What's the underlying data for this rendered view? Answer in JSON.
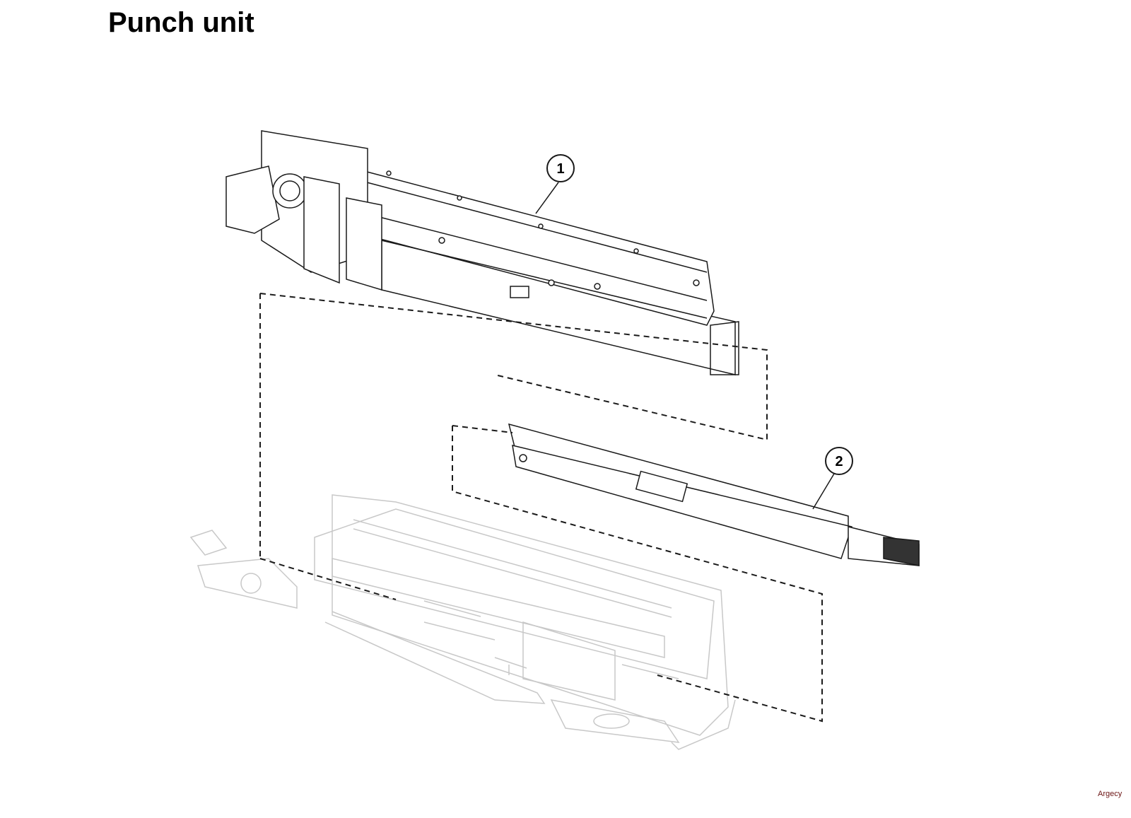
{
  "page": {
    "title": "Punch unit",
    "watermark": "Argecy"
  },
  "callouts": [
    {
      "number": "1",
      "part": "punch-unit-assembly"
    },
    {
      "number": "2",
      "part": "punch-waste-box"
    }
  ],
  "colors": {
    "line": "#1a1a1a",
    "ghost_line": "#c8c8c8",
    "watermark": "#6b1414"
  }
}
